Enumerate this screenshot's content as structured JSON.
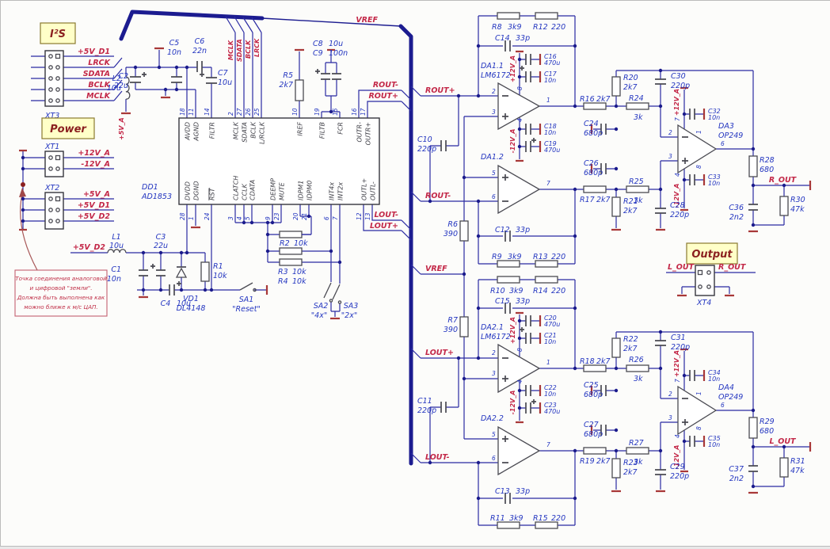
{
  "boxes": {
    "i2s": "I²S",
    "power": "Power",
    "output": "Output"
  },
  "note": {
    "l1": "Точка соединения аналоговой",
    "l2": "и цифровой \"земли\".",
    "l3": "Должна быть выполнена как",
    "l4": "можно ближе к м/с ЦАП."
  },
  "signals": {
    "vref": "VREF",
    "routp": "ROUT+",
    "routm": "ROUT-",
    "loutp": "LOUT+",
    "loutm": "LOUT-",
    "rout": "R_OUT",
    "lout": "L_OUT"
  },
  "power": {
    "p12a": "+12V_A",
    "n12a": "-12V_A",
    "p5a": "+5V_A",
    "p5d1": "+5V_D1",
    "p5d2": "+5V_D2"
  },
  "bus_labels": {
    "mclk": "MCLK",
    "sdata": "SDATA",
    "bclk": "BCLK",
    "lrck": "LRCK"
  },
  "connectors": {
    "xt3": {
      "name": "XT3",
      "pins": [
        "+5V_D1",
        "LRCK",
        "SDATA",
        "BCLK",
        "MCLK"
      ]
    },
    "xt1": {
      "name": "XT1",
      "pins": [
        "+12V_A",
        "-12V_A"
      ]
    },
    "xt2": {
      "name": "XT2",
      "pins": [
        "+5V_A",
        "+5V_D1",
        "+5V_D2"
      ]
    },
    "xt4": {
      "name": "XT4"
    }
  },
  "dac": {
    "ref": "DD1",
    "part": "AD1853",
    "top": [
      [
        "18",
        "AVDD"
      ],
      [
        "11",
        "AGND"
      ],
      [
        "14",
        "FILTR"
      ],
      [
        "2",
        "MCLK"
      ],
      [
        "27",
        "SDATA"
      ],
      [
        "26",
        "BCLK"
      ],
      [
        "25",
        "L/RCLK"
      ],
      [
        "10",
        "IREF"
      ],
      [
        "19",
        "FILTB"
      ],
      [
        "15",
        "FCR"
      ],
      [
        "16",
        "OUTR-"
      ],
      [
        "17",
        "OUTR+"
      ]
    ],
    "bottom": [
      [
        "28",
        "DVDD"
      ],
      [
        "1",
        "DGND"
      ],
      [
        "24",
        "RST"
      ],
      [
        "3",
        "CLATCH"
      ],
      [
        "4",
        "CCLK"
      ],
      [
        "5",
        "CDATA"
      ],
      [
        "9",
        "DEEMP"
      ],
      [
        "23",
        "MUTE"
      ],
      [
        "20",
        "IDPM1"
      ],
      [
        "21",
        "IDPM0"
      ],
      [
        "6",
        "INT4x"
      ],
      [
        "7",
        "INT2x"
      ],
      [
        "12",
        "OUTL+"
      ],
      [
        "13",
        "OUTL-"
      ]
    ]
  },
  "opamps": {
    "da11": {
      "ref": "DA1.1",
      "part": "LM6172",
      "pa": "2",
      "pb": "3",
      "po": "1",
      "pvp": "8",
      "pvn": "4"
    },
    "da12": {
      "ref": "DA1.2",
      "pa": "5",
      "pb": "6",
      "po": "7"
    },
    "da21": {
      "ref": "DA2.1",
      "part": "LM6172",
      "pa": "2",
      "pb": "3",
      "po": "1",
      "pvp": "8",
      "pvn": "4"
    },
    "da22": {
      "ref": "DA2.2",
      "pa": "5",
      "pb": "6",
      "po": "7"
    },
    "da3": {
      "ref": "DA3",
      "part": "OP249",
      "pa": "2",
      "pb": "3",
      "po": "6",
      "pvp": "7",
      "pvn": "4",
      "p1": "1",
      "p8": "8"
    },
    "da4": {
      "ref": "DA4",
      "part": "OP249",
      "pa": "2",
      "pb": "3",
      "po": "6",
      "pvp": "7",
      "pvn": "4",
      "p1": "1",
      "p8": "8"
    }
  },
  "parts": {
    "r1": [
      "R1",
      "10k"
    ],
    "r2": [
      "R2",
      "10k"
    ],
    "r3": [
      "R3",
      "10k"
    ],
    "r4": [
      "R4",
      "10k"
    ],
    "r5": [
      "R5",
      "2k7"
    ],
    "r6": [
      "R6",
      "390"
    ],
    "r7": [
      "R7",
      "390"
    ],
    "r8": [
      "R8",
      "3k9"
    ],
    "r9": [
      "R9",
      "3k9"
    ],
    "r10": [
      "R10",
      "3k9"
    ],
    "r11": [
      "R11",
      "3k9"
    ],
    "r12": [
      "R12",
      "220"
    ],
    "r13": [
      "R13",
      "220"
    ],
    "r14": [
      "R14",
      "220"
    ],
    "r15": [
      "R15",
      "220"
    ],
    "r16": [
      "R16",
      "2k7"
    ],
    "r17": [
      "R17",
      "2k7"
    ],
    "r18": [
      "R18",
      "2k7"
    ],
    "r19": [
      "R19",
      "2k7"
    ],
    "r20": [
      "R20",
      "2k7"
    ],
    "r21": [
      "R21",
      "2k7"
    ],
    "r22": [
      "R22",
      "2k7"
    ],
    "r23": [
      "R23",
      "2k7"
    ],
    "r24": [
      "R24",
      "3k"
    ],
    "r25": [
      "R25",
      "3k"
    ],
    "r26": [
      "R26",
      "3k"
    ],
    "r27": [
      "R27",
      "3k"
    ],
    "r28": [
      "R28",
      "680"
    ],
    "r29": [
      "R29",
      "680"
    ],
    "r30": [
      "R30",
      "47k"
    ],
    "r31": [
      "R31",
      "47k"
    ],
    "c1": [
      "C1",
      "10n"
    ],
    "c2": [
      "C2",
      "22u"
    ],
    "c3": [
      "C3",
      "22u"
    ],
    "c4": [
      "C4",
      "10u"
    ],
    "c5": [
      "C5",
      "10n"
    ],
    "c6": [
      "C6",
      "22n"
    ],
    "c7": [
      "C7",
      "10u"
    ],
    "c8": [
      "C8",
      "10u"
    ],
    "c9": [
      "C9",
      "100n"
    ],
    "c10": [
      "C10",
      "220p"
    ],
    "c11": [
      "C11",
      "220p"
    ],
    "c12": [
      "C12",
      "33p"
    ],
    "c13": [
      "C13",
      "33p"
    ],
    "c14": [
      "C14",
      "33p"
    ],
    "c15": [
      "C15",
      "33p"
    ],
    "c16": [
      "C16",
      "470u"
    ],
    "c17": [
      "C17",
      "10n"
    ],
    "c18": [
      "C18",
      "10n"
    ],
    "c19": [
      "C19",
      "470u"
    ],
    "c20": [
      "C20",
      "470u"
    ],
    "c21": [
      "C21",
      "10n"
    ],
    "c22": [
      "C22",
      "10n"
    ],
    "c23": [
      "C23",
      "470u"
    ],
    "c24": [
      "C24",
      "680p"
    ],
    "c25": [
      "C25",
      "680p"
    ],
    "c26": [
      "C26",
      "680p"
    ],
    "c27": [
      "C27",
      "680p"
    ],
    "c28": [
      "C28",
      "220p"
    ],
    "c29": [
      "C29",
      "220p"
    ],
    "c30": [
      "C30",
      "220p"
    ],
    "c31": [
      "C31",
      "220p"
    ],
    "c32": [
      "C32",
      "10n"
    ],
    "c33": [
      "C33",
      "10n"
    ],
    "c34": [
      "C34",
      "10n"
    ],
    "c35": [
      "C35",
      "10n"
    ],
    "c36": [
      "C36",
      "2n2"
    ],
    "c37": [
      "C37",
      "2n2"
    ],
    "l1": [
      "L1",
      "10u"
    ],
    "l2": [
      "L2",
      "10u"
    ],
    "vd1": [
      "VD1",
      "DL4148"
    ],
    "sa1": [
      "SA1",
      "\"Reset\""
    ],
    "sa2": [
      "SA2",
      "\"4x\""
    ],
    "sa3": [
      "SA3",
      "\"2x\""
    ]
  }
}
